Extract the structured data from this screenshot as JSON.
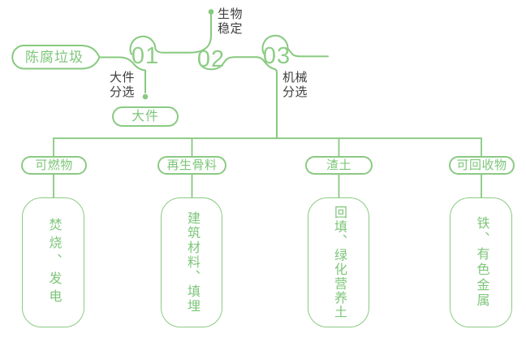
{
  "palette": {
    "line_green": "#87c97f",
    "text_green": "#7ec679",
    "number_green": "#8fce88",
    "label_dark": "#3d3d3d"
  },
  "origin": {
    "label": "陈腐垃圾"
  },
  "steps": [
    {
      "number": "01",
      "process": "大件分选",
      "process_lines": [
        "大件",
        "分选"
      ],
      "output": "大件"
    },
    {
      "number": "02",
      "process": "生物稳定",
      "process_lines": [
        "生物",
        "稳定"
      ]
    },
    {
      "number": "03",
      "process": "机械分选",
      "process_lines": [
        "机械",
        "分选"
      ]
    }
  ],
  "branches": [
    {
      "category": "可燃物",
      "result": "焚烧、发电"
    },
    {
      "category": "再生骨料",
      "result": "建筑材料、填埋"
    },
    {
      "category": "渣土",
      "result": "回填、绿化营养土"
    },
    {
      "category": "可回收物",
      "result": "铁、有色金属"
    }
  ]
}
